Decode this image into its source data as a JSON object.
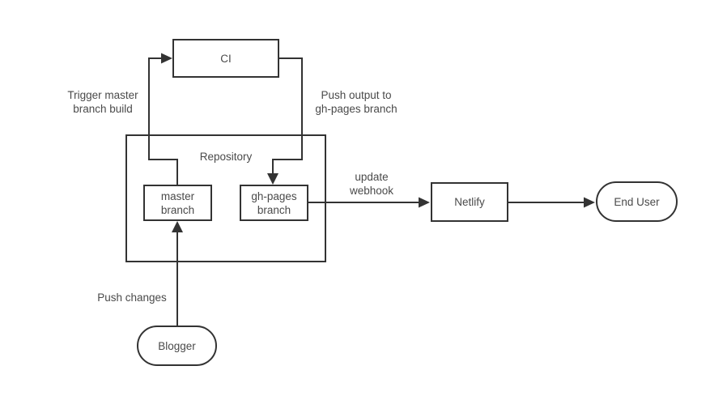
{
  "canvas": {
    "background": "#ffffff",
    "stroke_color": "#333333",
    "text_color": "#4a4a4a"
  },
  "nodes": {
    "ci": {
      "label": "CI",
      "shape": "rect"
    },
    "repository": {
      "label": "Repository",
      "shape": "container-rect"
    },
    "master_branch": {
      "label": "master\nbranch",
      "shape": "rect"
    },
    "gh_pages_branch": {
      "label": "gh-pages\nbranch",
      "shape": "rect"
    },
    "netlify": {
      "label": "Netlify",
      "shape": "rect"
    },
    "end_user": {
      "label": "End User",
      "shape": "stadium"
    },
    "blogger": {
      "label": "Blogger",
      "shape": "stadium"
    }
  },
  "edges": {
    "trigger_build": {
      "from": "master branch",
      "to": "CI",
      "label": "Trigger master\nbranch build"
    },
    "push_output": {
      "from": "CI",
      "to": "gh-pages branch",
      "label": "Push output to\ngh-pages branch"
    },
    "update_webhook": {
      "from": "gh-pages branch",
      "to": "Netlify",
      "label": "update\nwebhook"
    },
    "deploy": {
      "from": "Netlify",
      "to": "End User",
      "label": ""
    },
    "push_changes": {
      "from": "Blogger",
      "to": "master branch",
      "label": "Push changes"
    }
  }
}
